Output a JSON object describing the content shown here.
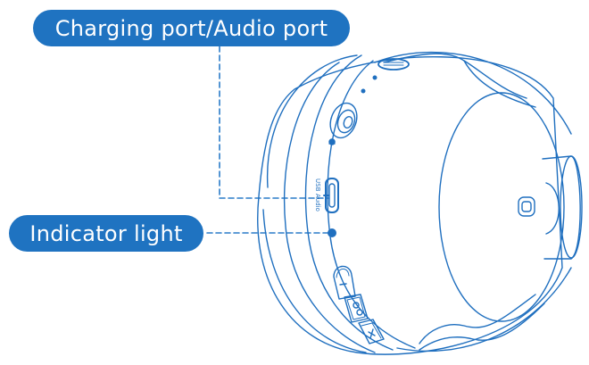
{
  "labels": {
    "charging_port": "Charging port/Audio port",
    "indicator_light": "Indicator light"
  },
  "device": {
    "port_text_usb": "USB",
    "port_text_audio": "Audio"
  },
  "colors": {
    "accent": "#1f73c1",
    "line": "#1f6fbf",
    "background": "#ffffff"
  }
}
